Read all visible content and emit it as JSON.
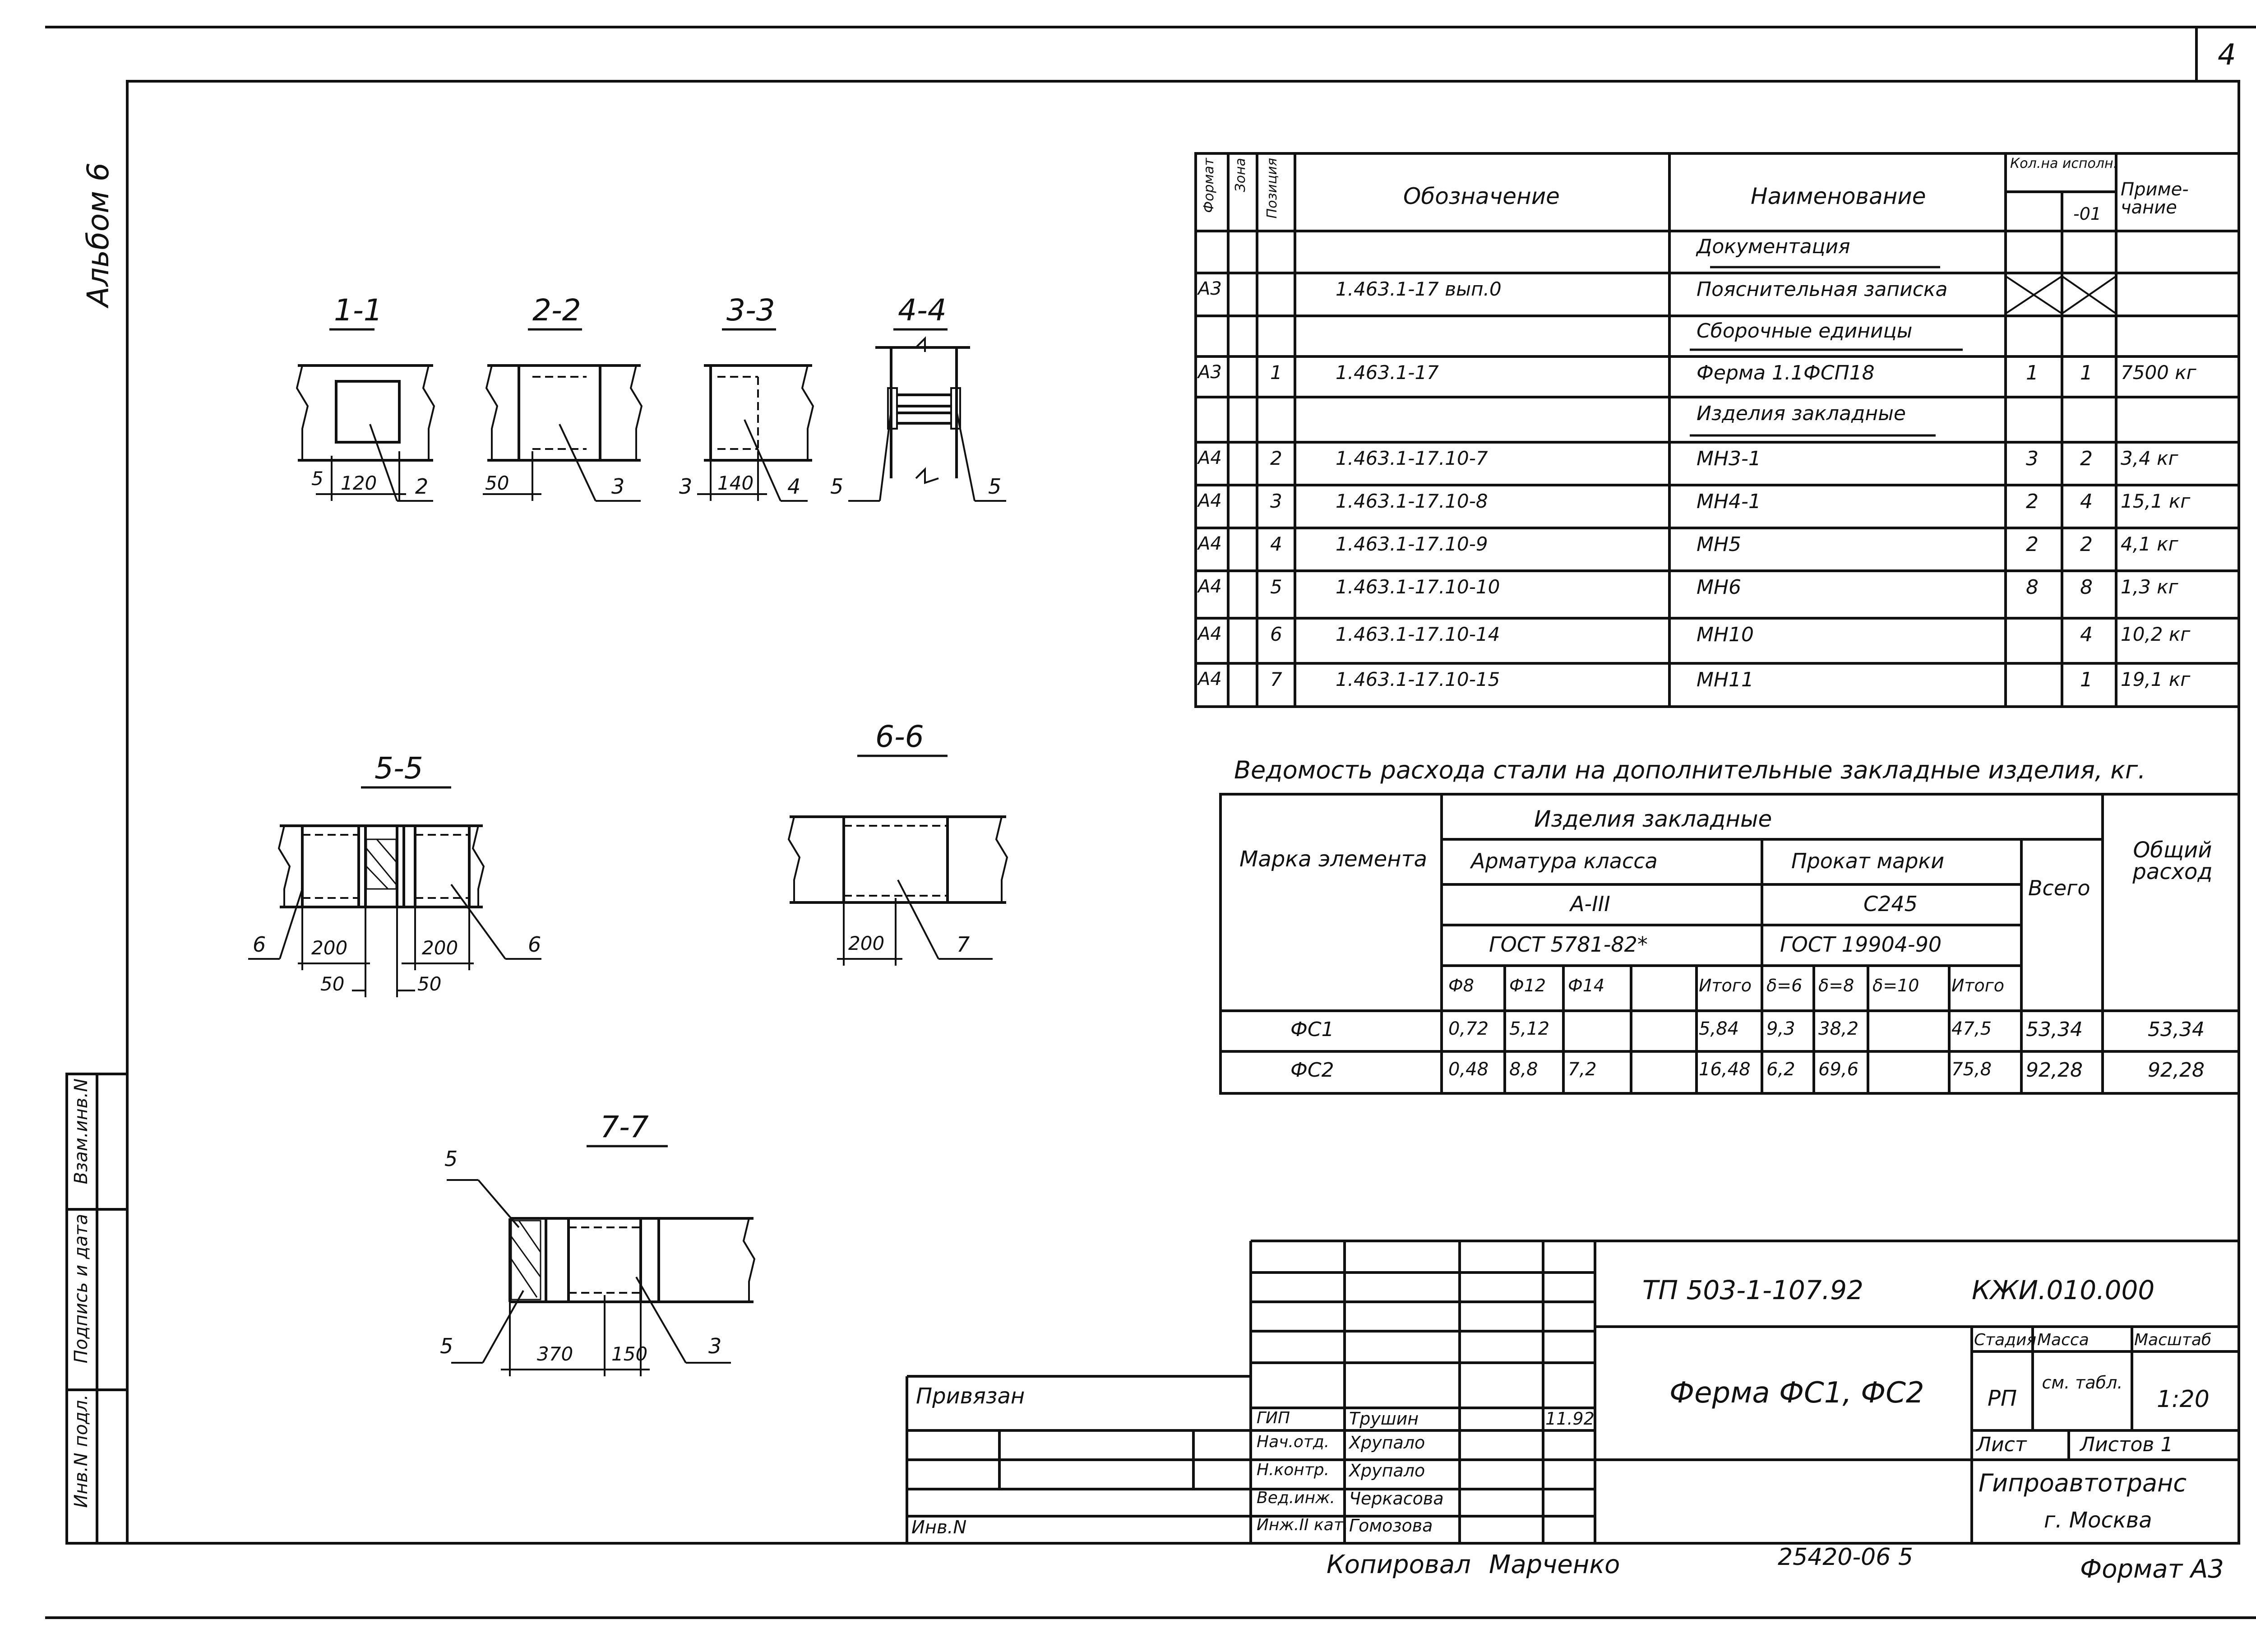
{
  "sheet_number": "4",
  "album_label": "Альбом 6",
  "side_stamp": {
    "inv_podl": "Инв.N подл.",
    "podpis": "Подпись и дата",
    "vzam": "Взам.инв.N"
  },
  "sections": {
    "s11": {
      "title": "1-1",
      "dims": [
        "5",
        "120",
        "2"
      ]
    },
    "s22": {
      "title": "2-2",
      "dims": [
        "50",
        "3"
      ]
    },
    "s33": {
      "title": "3-3",
      "dims": [
        "3",
        "140",
        "4"
      ]
    },
    "s44": {
      "title": "4-4",
      "dims": [
        "5",
        "5"
      ]
    },
    "s55": {
      "title": "5-5",
      "dims": [
        "6",
        "200",
        "200",
        "6",
        "50",
        "50"
      ]
    },
    "s66": {
      "title": "6-6",
      "dims": [
        "200",
        "7"
      ]
    },
    "s77": {
      "title": "7-7",
      "dims": [
        "5",
        "5",
        "370",
        "150",
        "3"
      ]
    }
  },
  "spec": {
    "headers": {
      "format": "Формат",
      "zone": "Зона",
      "pos": "Позиция",
      "designation": "Обозначение",
      "name": "Наименование",
      "qty": "Кол.на исполн.",
      "qty_01": "-01",
      "note": "Приме-чание"
    },
    "rows": [
      {
        "format": "",
        "pos": "",
        "designation": "",
        "name": "Документация",
        "q1": "",
        "q2": "",
        "note": ""
      },
      {
        "format": "А3",
        "pos": "",
        "designation": "1.463.1-17 вып.0",
        "name": "Пояснительная записка",
        "q1": "",
        "q2": "",
        "note": ""
      },
      {
        "format": "",
        "pos": "",
        "designation": "",
        "name": "Сборочные единицы",
        "q1": "",
        "q2": "",
        "note": ""
      },
      {
        "format": "А3",
        "pos": "1",
        "designation": "1.463.1-17",
        "name": "Ферма 1.1ФСП18",
        "q1": "1",
        "q2": "1",
        "note": "7500 кг"
      },
      {
        "format": "",
        "pos": "",
        "designation": "",
        "name": "Изделия закладные",
        "q1": "",
        "q2": "",
        "note": ""
      },
      {
        "format": "А4",
        "pos": "2",
        "designation": "1.463.1-17.10-7",
        "name": "МН3-1",
        "q1": "3",
        "q2": "2",
        "note": "3,4 кг"
      },
      {
        "format": "А4",
        "pos": "3",
        "designation": "1.463.1-17.10-8",
        "name": "МН4-1",
        "q1": "2",
        "q2": "4",
        "note": "15,1 кг"
      },
      {
        "format": "А4",
        "pos": "4",
        "designation": "1.463.1-17.10-9",
        "name": "МН5",
        "q1": "2",
        "q2": "2",
        "note": "4,1 кг"
      },
      {
        "format": "А4",
        "pos": "5",
        "designation": "1.463.1-17.10-10",
        "name": "МН6",
        "q1": "8",
        "q2": "8",
        "note": "1,3 кг"
      },
      {
        "format": "А4",
        "pos": "6",
        "designation": "1.463.1-17.10-14",
        "name": "МН10",
        "q1": "",
        "q2": "4",
        "note": "10,2 кг"
      },
      {
        "format": "А4",
        "pos": "7",
        "designation": "1.463.1-17.10-15",
        "name": "МН11",
        "q1": "",
        "q2": "1",
        "note": "19,1 кг"
      }
    ]
  },
  "steel": {
    "title": "Ведомость расхода стали на дополнительные закладные изделия, кг.",
    "h_mark": "Марка элемента",
    "h_items": "Изделия закладные",
    "h_armature": "Арматура класса",
    "h_class": "А-III",
    "h_gost1": "ГОСТ 5781-82*",
    "h_prokat": "Прокат марки",
    "h_steel": "С245",
    "h_gost2": "ГОСТ 19904-90",
    "h_total": "Всего",
    "h_common": "Общий расход",
    "sub": [
      "Ф8",
      "Ф12",
      "Ф14",
      "",
      "Итого",
      "δ=6",
      "δ=8",
      "δ=10",
      "Итого"
    ],
    "rows": [
      {
        "mark": "ФС1",
        "v": [
          "0,72",
          "5,12",
          "",
          "",
          "5,84",
          "9,3",
          "38,2",
          "",
          "47,5"
        ],
        "total": "53,34",
        "common": "53,34"
      },
      {
        "mark": "ФС2",
        "v": [
          "0,48",
          "8,8",
          "7,2",
          "",
          "16,48",
          "6,2",
          "69,6",
          "",
          "75,8"
        ],
        "total": "92,28",
        "common": "92,28"
      }
    ]
  },
  "stamp": {
    "doc_code": "ТП 503-1-107.92",
    "code2": "КЖИ.010.000",
    "title": "Ферма ФС1, ФС2",
    "stage_h": "Стадия",
    "mass_h": "Масса",
    "scale_h": "Масштаб",
    "stage": "РП",
    "mass": "см. табл.",
    "scale": "1:20",
    "sheet_h": "Лист",
    "sheets_h": "Листов 1",
    "org": "Гипроавтотранс",
    "city": "г. Москва",
    "privyazan": "Привязан",
    "inv": "Инв.N",
    "people": [
      {
        "role": "ГИП",
        "name": "Трушин",
        "date": "11.92"
      },
      {
        "role": "Нач.отд.",
        "name": "Хрупало",
        "date": ""
      },
      {
        "role": "Н.контр.",
        "name": "Хрупало",
        "date": ""
      },
      {
        "role": "Вед.инж.",
        "name": "Черкасова",
        "date": ""
      },
      {
        "role": "Инж.II кат.",
        "name": "Гомозова",
        "date": ""
      }
    ]
  },
  "footer": {
    "copied": "Копировал",
    "copier": "Марченко",
    "num": "25420-06 5",
    "format": "Формат А3"
  }
}
